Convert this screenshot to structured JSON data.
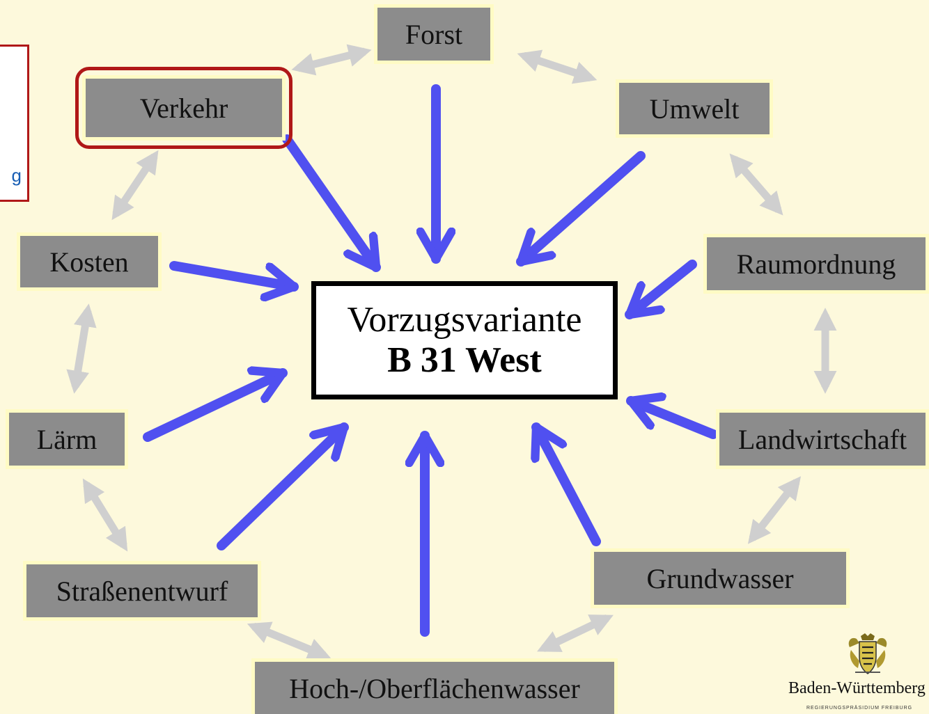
{
  "center": {
    "line1": "Vorzugsvariante",
    "line2": "B 31 West"
  },
  "nodes": {
    "forst": "Forst",
    "verkehr": "Verkehr",
    "umwelt": "Umwelt",
    "kosten": "Kosten",
    "raumordnung": "Raumordnung",
    "laerm": "Lärm",
    "landwirtschaft": "Landwirtschaft",
    "strassenentwurf": "Straßenentwurf",
    "grundwasser": "Grundwasser",
    "hochwasser": "Hoch-/Oberflächenwasser"
  },
  "left_panel": {
    "link_fragment": "g"
  },
  "logo": {
    "name": "Baden-Württemberg",
    "subtitle": "REGIERUNGSPRÄSIDIUM FREIBURG"
  },
  "colors": {
    "background": "#fdf9dc",
    "node_fill": "#8c8c8c",
    "node_border": "#fffbc4",
    "blue_arrow": "#5050f0",
    "gray_arrow": "#cfcfcf",
    "highlight": "#b01818",
    "link": "#1a5fb4"
  }
}
